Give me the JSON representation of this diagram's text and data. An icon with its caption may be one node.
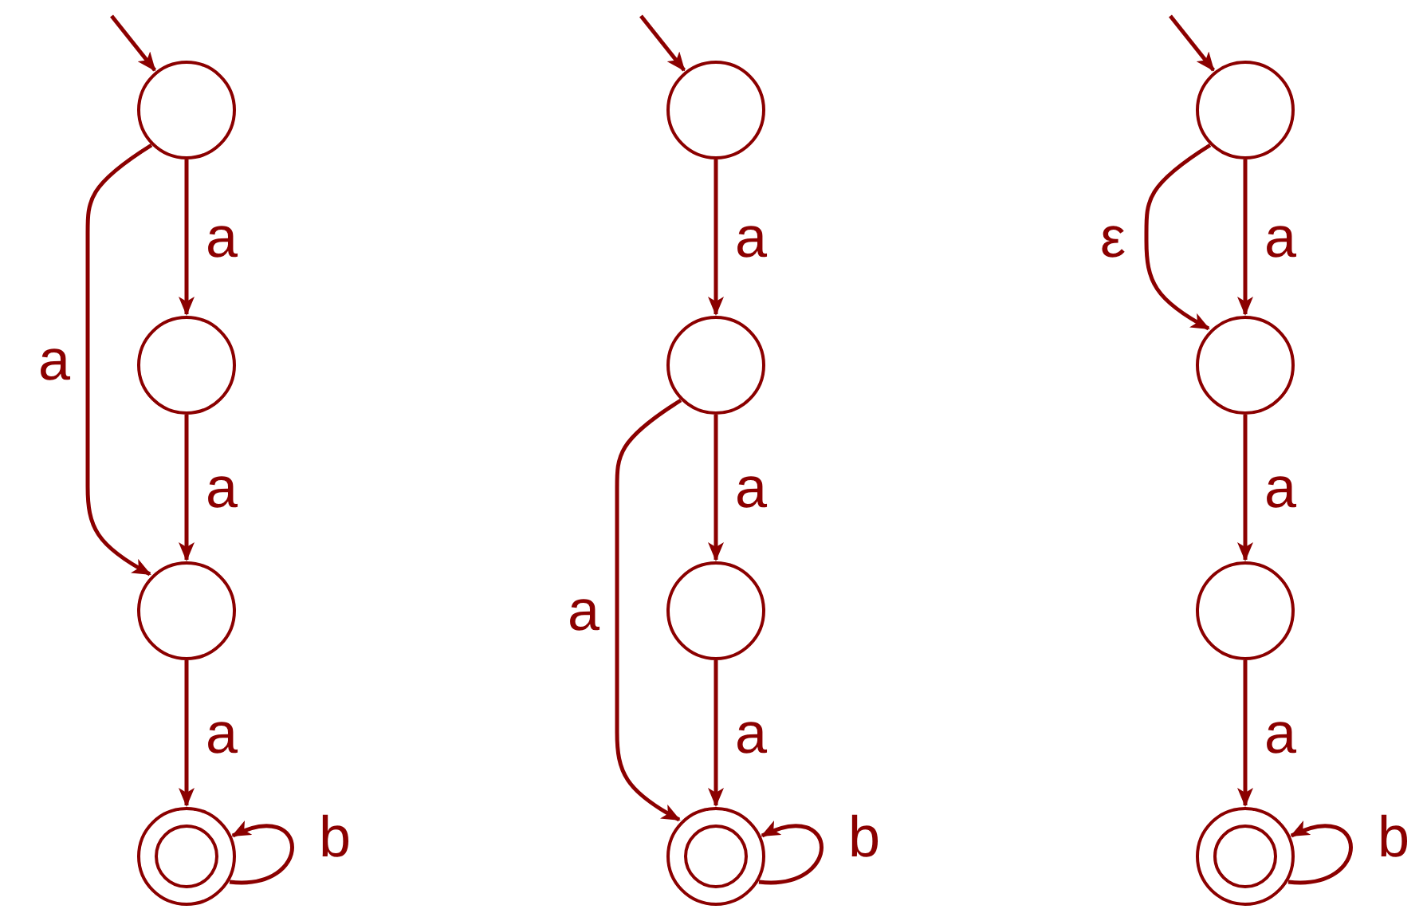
{
  "diagram": {
    "nodes": [
      {
        "text": [],
        "shape": "circle"
      },
      {
        "text": [],
        "shape": "circle"
      },
      {
        "text": [],
        "shape": "circle"
      },
      {
        "text": [],
        "shape": "doublecircle"
      },
      {
        "text": [],
        "shape": "circle"
      },
      {
        "text": [],
        "shape": "circle"
      },
      {
        "text": [],
        "shape": "circle"
      },
      {
        "text": [],
        "shape": "doublecircle"
      },
      {
        "text": [],
        "shape": "circle"
      },
      {
        "text": [],
        "shape": "circle"
      },
      {
        "text": [],
        "shape": "circle"
      },
      {
        "text": [],
        "shape": "doublecircle"
      }
    ],
    "edges": [
      {
        "from": null,
        "to": 0,
        "arrow": "to"
      },
      {
        "from": 0,
        "to": 1,
        "arrow": "to",
        "label": "a"
      },
      {
        "from": 1,
        "to": 2,
        "arrow": "to",
        "label": "a"
      },
      {
        "from": 0,
        "to": 2,
        "arrow": "to",
        "label": "a"
      },
      {
        "from": 2,
        "to": 3,
        "arrow": "to",
        "label": "a"
      },
      {
        "from": 3,
        "to": 3,
        "arrow": "to",
        "label": "b"
      },
      {
        "from": null,
        "to": 4,
        "arrow": "to"
      },
      {
        "from": 4,
        "to": 5,
        "arrow": "to",
        "label": "a"
      },
      {
        "from": 5,
        "to": 6,
        "arrow": "to",
        "label": "a"
      },
      {
        "from": 5,
        "to": 7,
        "arrow": "to",
        "label": "a"
      },
      {
        "from": 6,
        "to": 7,
        "arrow": "to",
        "label": "a"
      },
      {
        "from": 7,
        "to": 7,
        "arrow": "to",
        "label": "b"
      },
      {
        "from": null,
        "to": 8,
        "arrow": "to"
      },
      {
        "from": 8,
        "to": 9,
        "arrow": "to",
        "label": "a"
      },
      {
        "from": 8,
        "to": 9,
        "arrow": "to",
        "label": "ε"
      },
      {
        "from": 9,
        "to": 10,
        "arrow": "to",
        "label": "a"
      },
      {
        "from": 10,
        "to": 11,
        "arrow": "to",
        "label": "a"
      },
      {
        "from": 11,
        "to": 11,
        "arrow": "to",
        "label": "b"
      }
    ]
  }
}
